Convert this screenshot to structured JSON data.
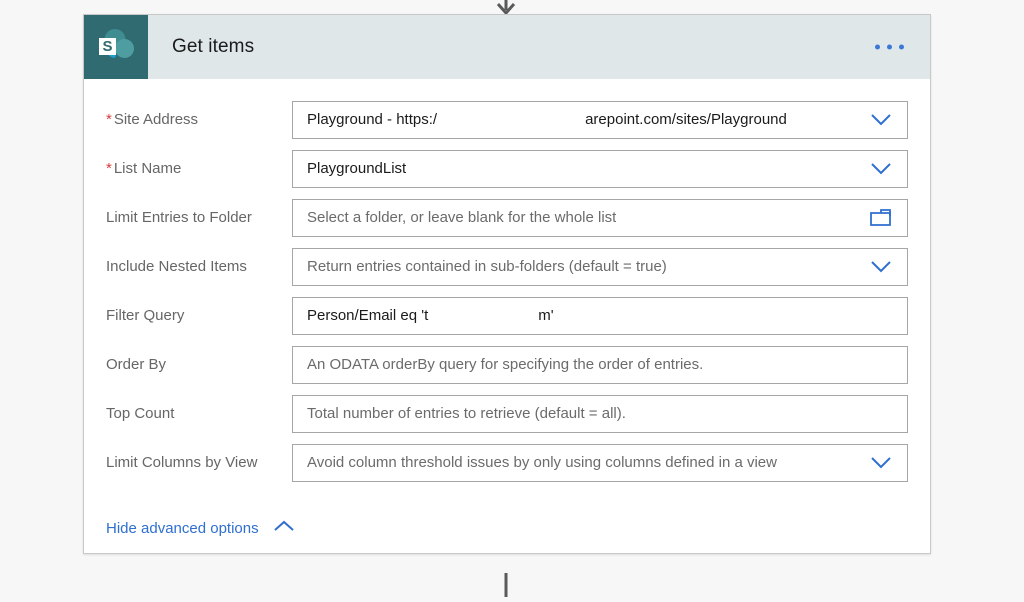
{
  "flow": {
    "top_arrow_icon": "arrow-down-icon",
    "bottom_connector_icon": "connector-line-icon"
  },
  "card": {
    "title": "Get items",
    "app_icon": "sharepoint-icon",
    "overflow_icon": "ellipsis-icon",
    "header_bg": "#dfe7e9",
    "icon_bg": "#2f6b70",
    "accent_blue": "#3b78d8",
    "required_color": "#d93b3b"
  },
  "fields": [
    {
      "name": "site-address",
      "label": "Site Address",
      "required": true,
      "value": "Playground - https:/",
      "value_tail": "arepoint.com/sites/Playground",
      "redacted": true,
      "is_placeholder": false,
      "affordance": "chevron-down-icon"
    },
    {
      "name": "list-name",
      "label": "List Name",
      "required": true,
      "value": "PlaygroundList",
      "value_tail": "",
      "redacted": false,
      "is_placeholder": false,
      "affordance": "chevron-down-icon"
    },
    {
      "name": "limit-entries-to-folder",
      "label": "Limit Entries to Folder",
      "required": false,
      "value": "Select a folder, or leave blank for the whole list",
      "value_tail": "",
      "redacted": false,
      "is_placeholder": true,
      "affordance": "folder-picker-icon"
    },
    {
      "name": "include-nested-items",
      "label": "Include Nested Items",
      "required": false,
      "value": "Return entries contained in sub-folders (default = true)",
      "value_tail": "",
      "redacted": false,
      "is_placeholder": true,
      "affordance": "chevron-down-icon"
    },
    {
      "name": "filter-query",
      "label": "Filter Query",
      "required": false,
      "value": "Person/Email eq 't",
      "value_tail": "m'",
      "redacted": true,
      "is_placeholder": false,
      "affordance": "none"
    },
    {
      "name": "order-by",
      "label": "Order By",
      "required": false,
      "value": "An ODATA orderBy query for specifying the order of entries.",
      "value_tail": "",
      "redacted": false,
      "is_placeholder": true,
      "affordance": "none"
    },
    {
      "name": "top-count",
      "label": "Top Count",
      "required": false,
      "value": "Total number of entries to retrieve (default = all).",
      "value_tail": "",
      "redacted": false,
      "is_placeholder": true,
      "affordance": "none"
    },
    {
      "name": "limit-columns-by-view",
      "label": "Limit Columns by View",
      "required": false,
      "value": "Avoid column threshold issues by only using columns defined in a view",
      "value_tail": "",
      "redacted": false,
      "is_placeholder": true,
      "affordance": "chevron-down-icon"
    }
  ],
  "advanced_toggle": {
    "label": "Hide advanced options",
    "icon": "chevron-up-icon"
  }
}
